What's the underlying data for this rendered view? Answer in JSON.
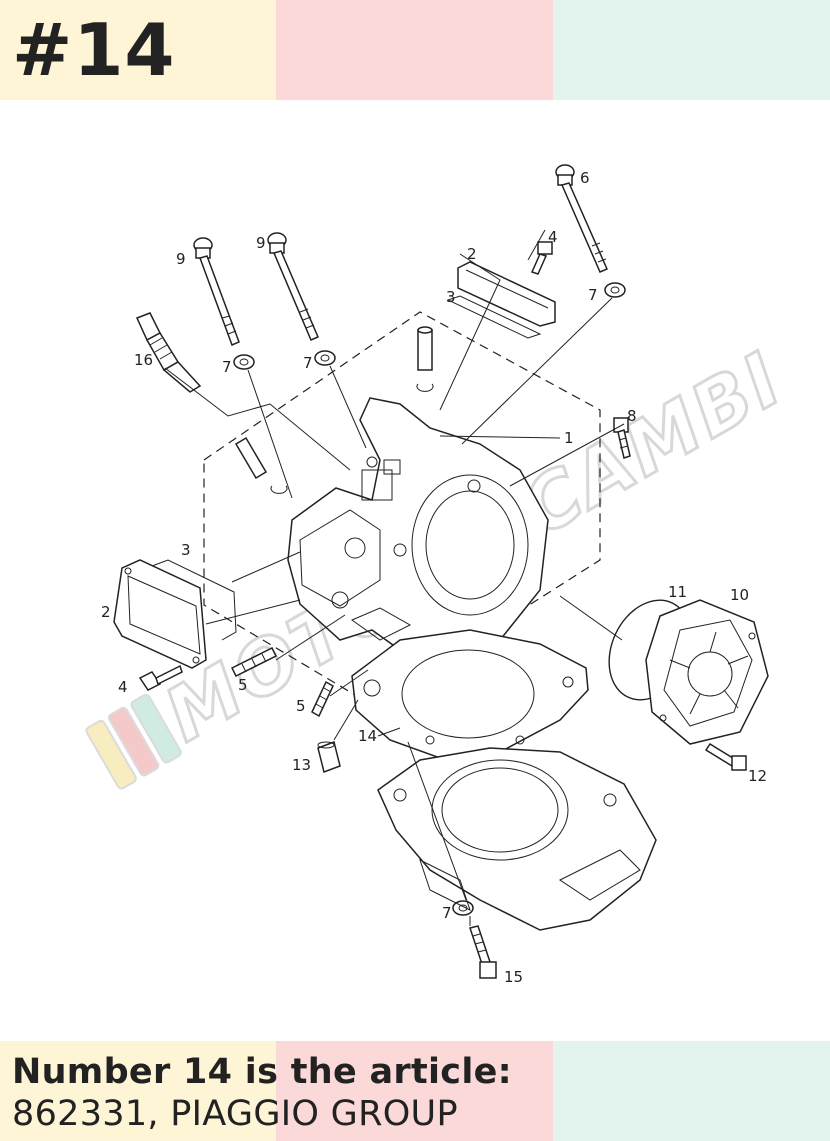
{
  "header": {
    "badge": "#14"
  },
  "footer": {
    "line1": "Number 14 is the article:",
    "line2": "862331, PIAGGIO GROUP"
  },
  "colors": {
    "band_yellow": "#fdf5d6",
    "band_pink": "#fbd9d9",
    "band_mint": "#e3f3ee",
    "text": "#222222"
  },
  "diagram": {
    "watermark": "MOTORRICAMBI",
    "callouts": [
      {
        "id": "callout-1",
        "label": "1"
      },
      {
        "id": "callout-2-top",
        "label": "2"
      },
      {
        "id": "callout-2-left",
        "label": "2"
      },
      {
        "id": "callout-3-top",
        "label": "3"
      },
      {
        "id": "callout-3-left",
        "label": "3"
      },
      {
        "id": "callout-4-top",
        "label": "4"
      },
      {
        "id": "callout-4-left",
        "label": "4"
      },
      {
        "id": "callout-5-a",
        "label": "5"
      },
      {
        "id": "callout-5-b",
        "label": "5"
      },
      {
        "id": "callout-6",
        "label": "6"
      },
      {
        "id": "callout-7-a",
        "label": "7"
      },
      {
        "id": "callout-7-b",
        "label": "7"
      },
      {
        "id": "callout-7-c",
        "label": "7"
      },
      {
        "id": "callout-7-d",
        "label": "7"
      },
      {
        "id": "callout-8",
        "label": "8"
      },
      {
        "id": "callout-9-a",
        "label": "9"
      },
      {
        "id": "callout-9-b",
        "label": "9"
      },
      {
        "id": "callout-10",
        "label": "10"
      },
      {
        "id": "callout-11",
        "label": "11"
      },
      {
        "id": "callout-12",
        "label": "12"
      },
      {
        "id": "callout-13",
        "label": "13"
      },
      {
        "id": "callout-14",
        "label": "14"
      },
      {
        "id": "callout-15",
        "label": "15"
      },
      {
        "id": "callout-16",
        "label": "16"
      }
    ]
  }
}
